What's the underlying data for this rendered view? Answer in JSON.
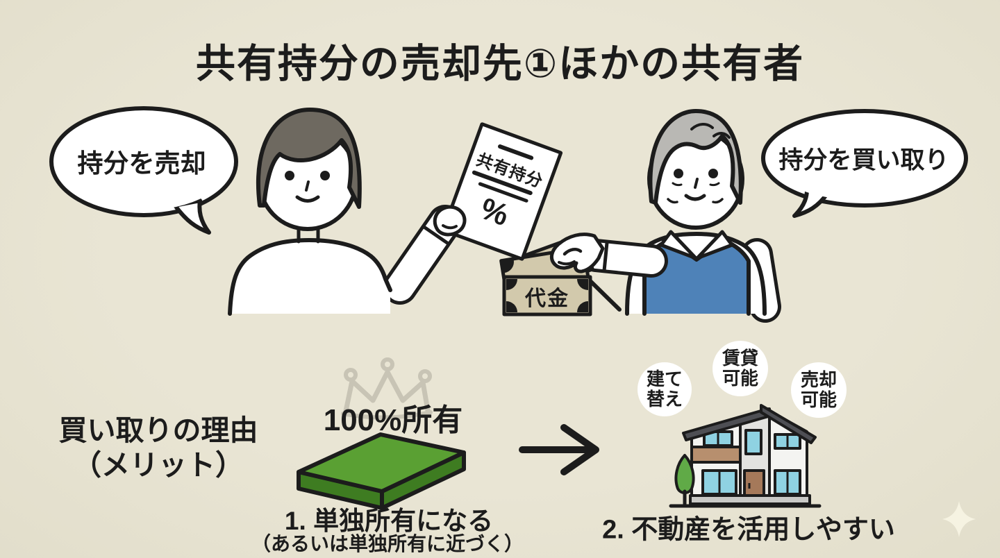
{
  "title": "共有持分の売却先①ほかの共有者",
  "seller": {
    "bubble_label": "持分を売却"
  },
  "buyer": {
    "bubble_label": "持分を買い取り"
  },
  "document": {
    "title": "共有持分",
    "percent": "%"
  },
  "money": {
    "label": "代金"
  },
  "merits": {
    "heading_line1": "買い取りの理由",
    "heading_line2": "（メリット）",
    "crown_label": "100%所有",
    "reason1_title": "1. 単独所有になる",
    "reason1_note": "（あるいは単独所有に近づく）",
    "reason2_title": "2. 不動産を活用しやすい",
    "tags": [
      {
        "line1": "建て",
        "line2": "替え"
      },
      {
        "line1": "賃貸",
        "line2": "可能"
      },
      {
        "line1": "売却",
        "line2": "可能"
      }
    ]
  },
  "icons": {
    "crown": "crown-icon",
    "arrow": "right-arrow-icon",
    "sparkle": "sparkle-icon",
    "house": "house-icon",
    "tree": "tree-icon",
    "banknotes": "banknotes-icon",
    "land": "land-plot-icon"
  },
  "colors": {
    "background": "#e7e3d1",
    "ink": "#1c1c1c",
    "vest_blue": "#4e82b8",
    "plot_green": "#5aa033",
    "plot_green_dark": "#3e7c21",
    "banknote_tan": "#d2c9ac",
    "window_blue": "#8fd2e2",
    "roof_gray": "#4e4f54",
    "balcony_tan": "#b78f6e",
    "door_brown": "#a5795a",
    "tree_green": "#60aa47",
    "crown_gray": "#c8c4b5",
    "hair_young": "#6e6960",
    "hair_old": "#b9b8b4"
  }
}
